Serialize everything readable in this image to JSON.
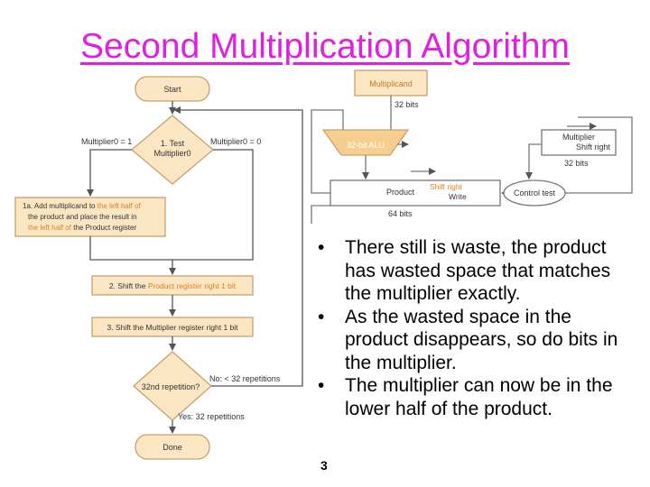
{
  "slide": {
    "title": "Second Multiplication Algorithm",
    "page_number": "3",
    "bullets": [
      "There still is waste, the product has wasted space that matches the multiplier exactly.",
      "As the wasted space in the product disappears, so do bits in the multiplier.",
      "The multiplier can now be in the lower half of the product."
    ]
  },
  "flowchart": {
    "start": "Start",
    "test1_line1": "1. Test",
    "test1_line2": "Multiplier0",
    "branch_one": "Multiplier0 = 1",
    "branch_zero": "Multiplier0 = 0",
    "step1a_line1_a": "1a. Add multiplicand to ",
    "step1a_line1_b": "the left half of",
    "step1a_line2": "the product and place the result in",
    "step1a_line3_a": "the left half of",
    "step1a_line3_b": " the Product register",
    "step2_a": "2. Shift the ",
    "step2_b": "Product register right 1 bit",
    "step3": "3. Shift the Multiplier register right 1 bit",
    "test2": "32nd repetition?",
    "no_label": "No:  < 32 repetitions",
    "yes_label": "Yes:  32 repetitions",
    "done": "Done"
  },
  "hardware": {
    "multiplicand": "Multiplicand",
    "multiplicand_bits": "32 bits",
    "alu": "32-bit ALU",
    "multiplier_line1": "Multiplier",
    "multiplier_line2": "Shift right",
    "multiplier_bits": "32 bits",
    "product": "Product",
    "product_shift": "Shift right",
    "product_write": "Write",
    "product_bits": "64 bits",
    "control": "Control test"
  },
  "colors": {
    "title": "#e020e0",
    "box_fill": "#fbe6c4",
    "box_stroke": "#c8a070",
    "highlight_text": "#e08020",
    "alu_fill": "#f6cf90",
    "hw_stroke": "#777777"
  }
}
